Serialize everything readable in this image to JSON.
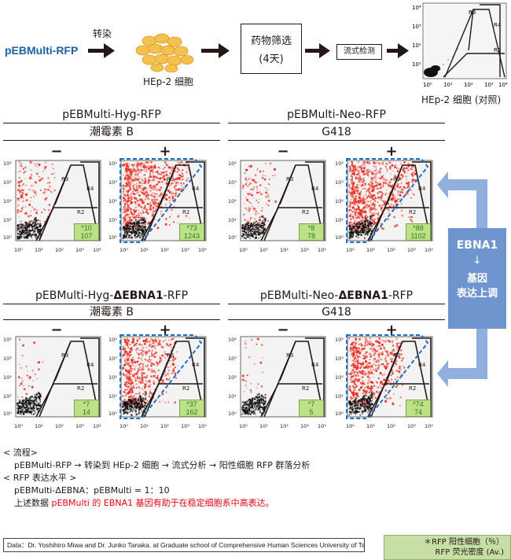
{
  "workflow": {
    "plasmid": "pEBMulti-RFP",
    "step_transfect": "转染",
    "cell_label": "HEp-2 细胞",
    "drug_selection": "药物筛选",
    "days": "(4天)",
    "flow_detection": "流式检测",
    "control_label": "HEp-2 细胞 (对照)"
  },
  "panels": [
    {
      "title": "pEBMulti-Hyg-RFP",
      "drug": "潮霉素 B",
      "minus": {
        "pct": "*10",
        "av": "107"
      },
      "plus": {
        "pct": "*73",
        "av": "1243"
      }
    },
    {
      "title": "pEBMulti-Neo-RFP",
      "drug": "G418",
      "minus": {
        "pct": "*8",
        "av": "78"
      },
      "plus": {
        "pct": "*88",
        "av": "1102"
      }
    },
    {
      "title_pre": "pEBMulti-Hyg-",
      "title_bold": "ΔEBNA1",
      "title_post": "-RFP",
      "drug": "潮霉素 B",
      "minus": {
        "pct": "*7",
        "av": "14"
      },
      "plus": {
        "pct": "*37",
        "av": "162"
      }
    },
    {
      "title_pre": "pEBMulti-Neo-",
      "title_bold": "ΔEBNA1",
      "title_post": "-RFP",
      "drug": "G418",
      "minus": {
        "pct": "*7",
        "av": "5"
      },
      "plus": {
        "pct": "*74",
        "av": "74"
      }
    }
  ],
  "signs": {
    "minus": "−",
    "plus": "+"
  },
  "axis": {
    "x_ticks": [
      "10⁰",
      "10¹",
      "10²",
      "10³",
      "10⁴"
    ],
    "y_ticks": [
      "10⁴",
      "10³",
      "10²",
      "10¹",
      "10⁰"
    ],
    "gates": {
      "r2": "R2",
      "r3": "R3",
      "r4": "R4"
    }
  },
  "side": {
    "ebna": "EBNA1",
    "arrow": "↓",
    "line1": "基因",
    "line2": "表达上调"
  },
  "notes": {
    "flow_header": "< 流程>",
    "flow_text": "pEBMulti-RFP → 转染到 HEp-2 细胞 → 流式分析 → 阳性细胞 RFP 群落分析",
    "level_header": "< RFP 表达水平 >",
    "ratio": "pEBMulti-ΔEBNA：pEBMulti = 1：10",
    "conclusion_pre": "上述数据",
    "conclusion_red": "pEBMulti 的 EBNA1 基因有助于在稳定细胞系中高表达。"
  },
  "footer": {
    "credit": "Data：Dr. Yoshihiro Miwa and Dr. Junko Tanaka. at Graduate school of Comprehensive Human Sciences University of Tsukuba.",
    "legend_line1": "＊RFP 阳性细胞（％）",
    "legend_line2": "RFP 荧光密度 (Av.)"
  },
  "colors": {
    "plasmid_blue": "#1f5fa8",
    "gate_green_bg": "#bfe08a",
    "gate_green_text": "#2a7a1e",
    "ebna_blue": "#6f95cf",
    "highlight_red": "#e60012",
    "dashed_blue": "#1f6fc0"
  }
}
